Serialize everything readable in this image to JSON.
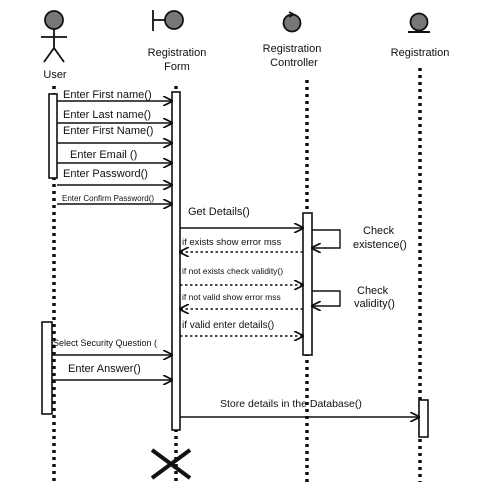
{
  "participants": {
    "user": "User",
    "form_line1": "Registration",
    "form_line2": "Form",
    "controller_line1": "Registration",
    "controller_line2": "Controller",
    "entity": "Registration"
  },
  "messages": [
    "Enter First name()",
    "Enter Last name()",
    "Enter First Name()",
    "Enter Email ()",
    "Enter Password()",
    "Enter Confirm Password()",
    "Get Details()",
    "if exists show error mss",
    "if not exists check  validity()",
    "if not valid show error mss",
    "if valid enter details()",
    "Select Security Question (",
    "Enter Answer()",
    "Store details in the Database()"
  ],
  "self_calls": {
    "existence_line1": "Check",
    "existence_line2": "existence()",
    "validity_line1": "Check",
    "validity_line2": "validity()"
  }
}
